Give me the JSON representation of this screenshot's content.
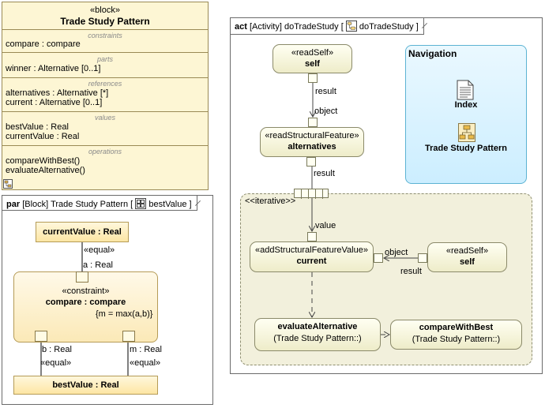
{
  "block": {
    "stereotype": "«block»",
    "name": "Trade Study Pattern",
    "sections": {
      "constraints": {
        "header": "constraints",
        "items": [
          "compare : compare"
        ]
      },
      "parts": {
        "header": "parts",
        "items": [
          "winner : Alternative [0..1]"
        ]
      },
      "references": {
        "header": "references",
        "items": [
          "alternatives : Alternative [*]",
          "current : Alternative [0..1]"
        ]
      },
      "values": {
        "header": "values",
        "items": [
          "bestValue : Real",
          "currentValue : Real"
        ]
      },
      "operations": {
        "header": "operations",
        "items": [
          "compareWithBest()",
          "evaluateAlternative()"
        ]
      }
    }
  },
  "par_diagram": {
    "kind": "par",
    "type": "[Block]",
    "owner": "Trade Study Pattern [",
    "name": "bestValue",
    "close": "]",
    "current_value": "currentValue : Real",
    "best_value": "bestValue : Real",
    "constraint": {
      "stereotype": "«constraint»",
      "name": "compare : compare",
      "expression": "{m = max(a,b)}"
    },
    "connectors": {
      "top_stereo": "«equal»",
      "a": "a : Real",
      "b": "b : Real",
      "b_stereo": "«equal»",
      "m": "m : Real",
      "m_stereo": "«equal»"
    }
  },
  "act_diagram": {
    "kind": "act",
    "type": "[Activity]",
    "owner": "doTradeStudy [",
    "name": "doTradeStudy",
    "close": "]",
    "read_self_top": {
      "stereotype": "«readSelf»",
      "name": "self"
    },
    "read_structural": {
      "stereotype": "«readStructuralFeature»",
      "name": "alternatives"
    },
    "add_structural": {
      "stereotype": "«addStructuralFeatureValue»",
      "name": "current"
    },
    "read_self_inner": {
      "stereotype": "«readSelf»",
      "name": "self"
    },
    "evaluate": {
      "name": "evaluateAlternative",
      "owner": "(Trade Study Pattern::)"
    },
    "compare_best": {
      "name": "compareWithBest",
      "owner": "(Trade Study Pattern::)"
    },
    "region_label": "<<iterative>>",
    "pin_labels": {
      "result1": "result",
      "object1": "object",
      "result2": "result",
      "value": "value",
      "object2": "object",
      "result3": "result"
    },
    "navigation": {
      "title": "Navigation",
      "index": "Index",
      "trade_study": "Trade Study Pattern"
    }
  }
}
